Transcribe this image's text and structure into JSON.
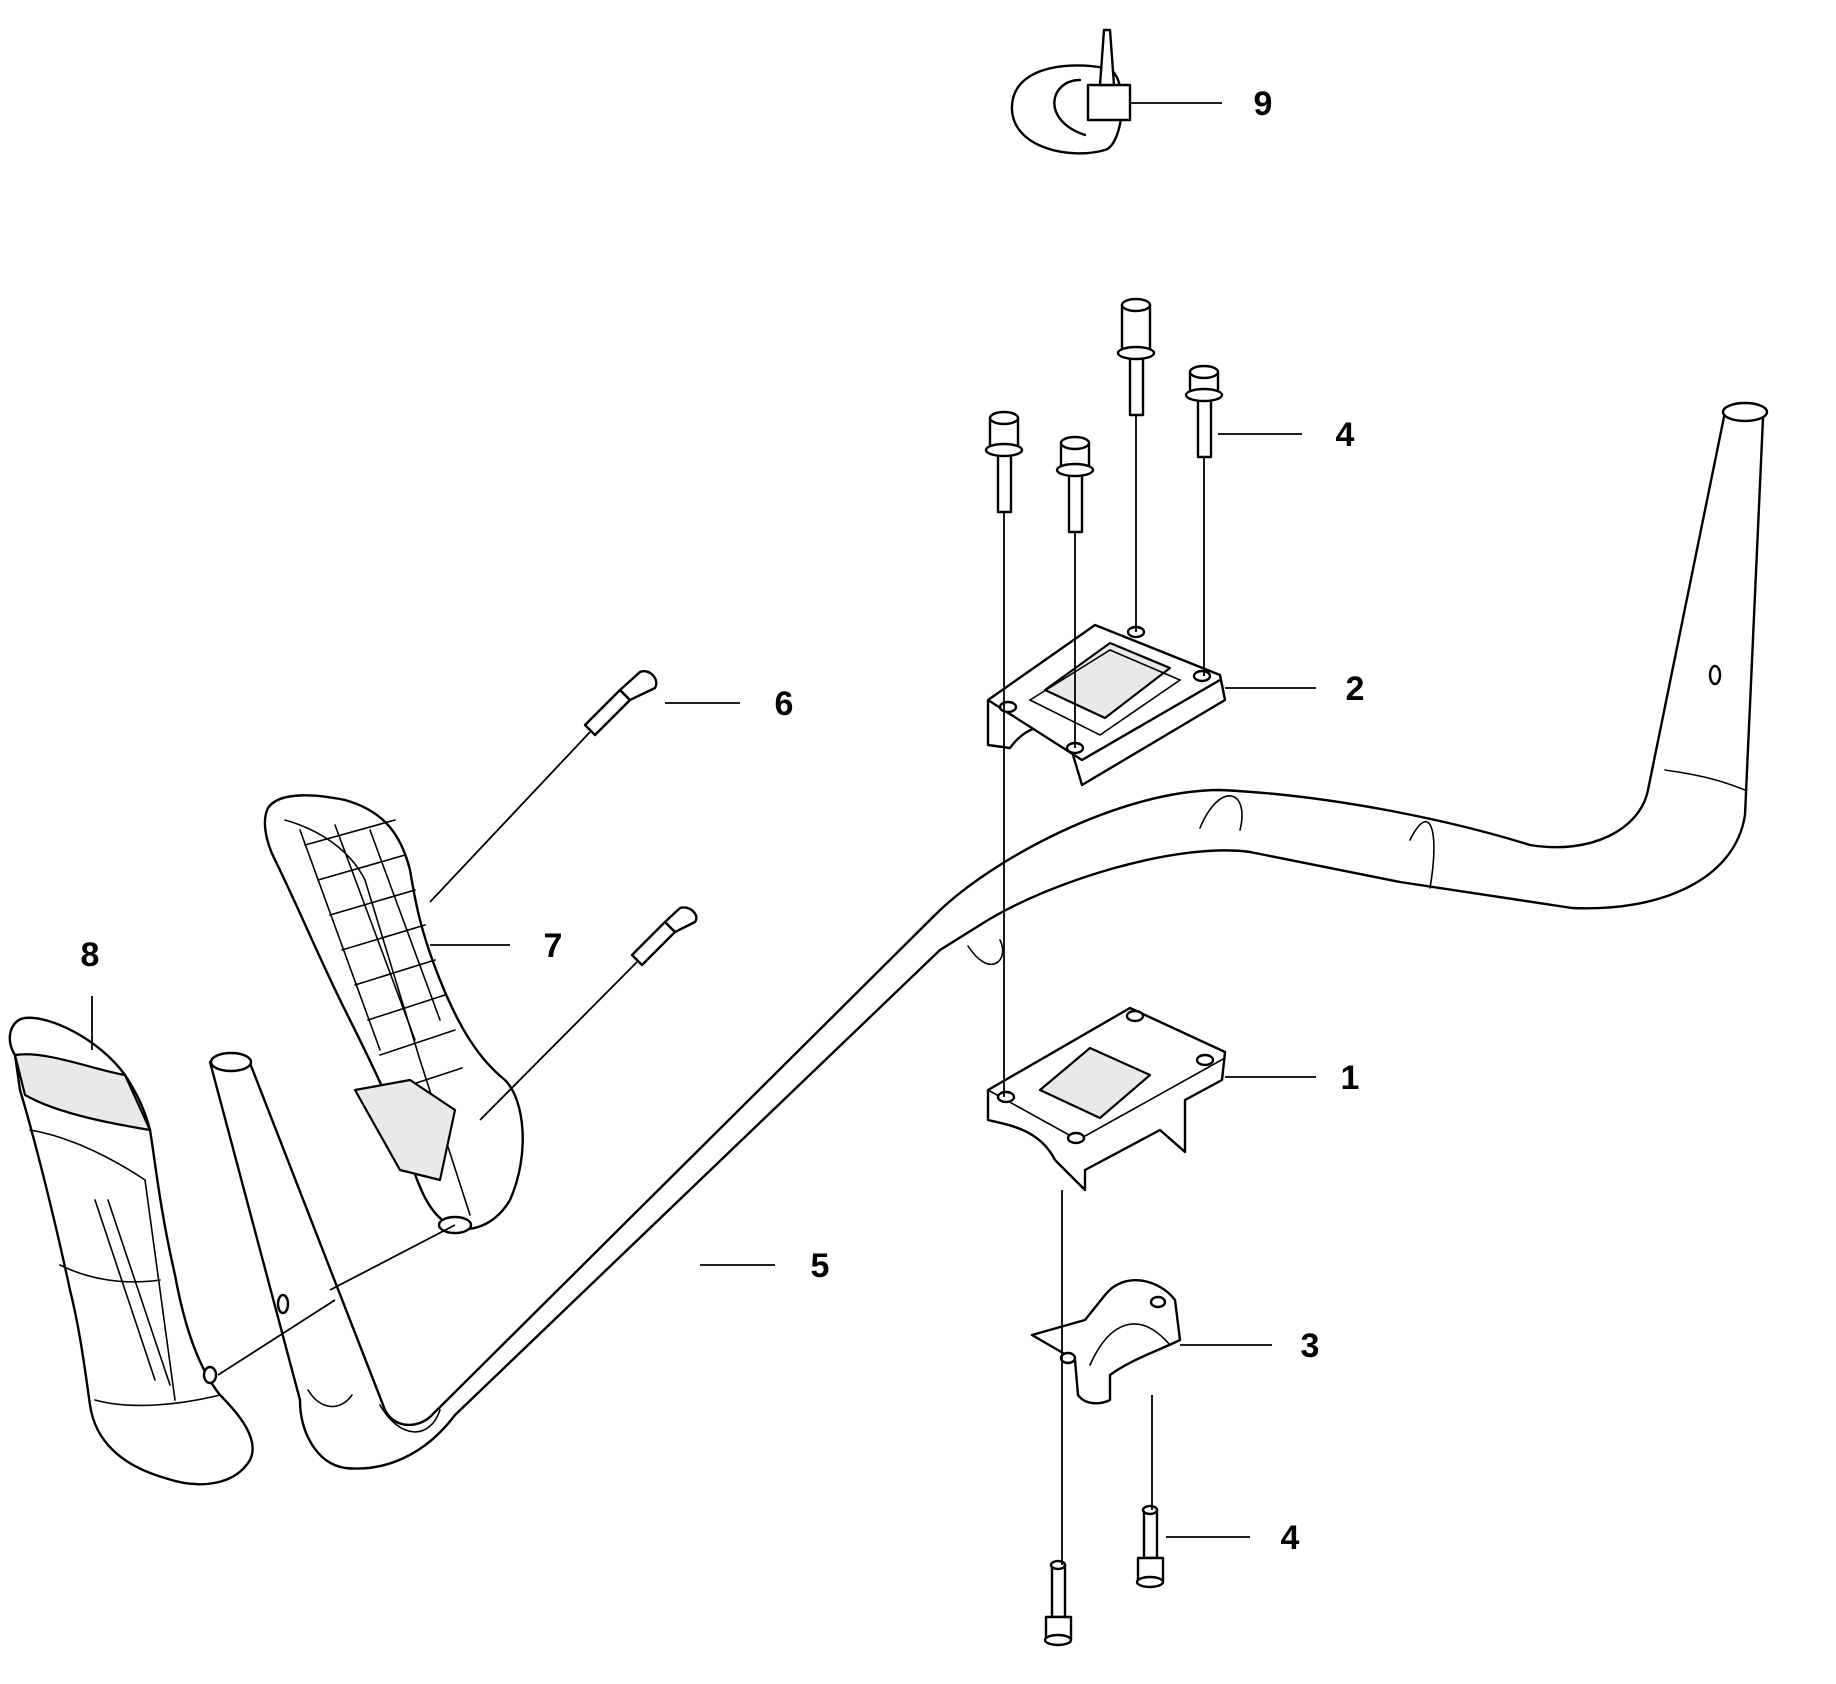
{
  "callouts": [
    {
      "id": "1",
      "text": "1"
    },
    {
      "id": "2",
      "text": "2"
    },
    {
      "id": "3",
      "text": "3"
    },
    {
      "id": "4a",
      "text": "4"
    },
    {
      "id": "4b",
      "text": "4"
    },
    {
      "id": "5",
      "text": "5"
    },
    {
      "id": "6",
      "text": "6"
    },
    {
      "id": "7",
      "text": "7"
    },
    {
      "id": "8",
      "text": "8"
    },
    {
      "id": "9",
      "text": "9"
    }
  ]
}
